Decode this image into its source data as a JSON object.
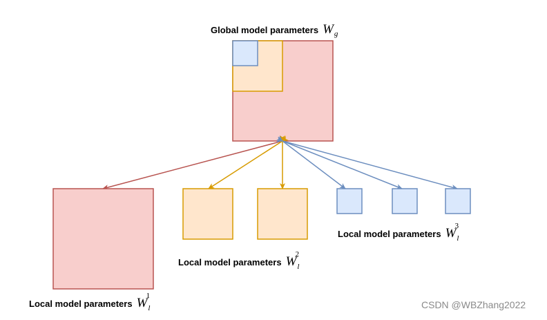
{
  "global_label": {
    "text": "Global model parameters",
    "symbol": "W",
    "subscript": "g"
  },
  "local_labels": [
    {
      "text": "Local model parameters",
      "symbol": "W",
      "subscript": "l",
      "superscript": "1"
    },
    {
      "text": "Local model parameters",
      "symbol": "W",
      "subscript": "l",
      "superscript": "2"
    },
    {
      "text": "Local model parameters",
      "symbol": "W",
      "subscript": "l",
      "superscript": "3"
    }
  ],
  "watermark": "CSDN @WBZhang2022",
  "colors": {
    "red_fill": "#f8cecc",
    "red_stroke": "#b85450",
    "orange_fill": "#ffe6cc",
    "orange_stroke": "#d79b00",
    "blue_fill": "#dae8fc",
    "blue_stroke": "#6c8ebf"
  }
}
